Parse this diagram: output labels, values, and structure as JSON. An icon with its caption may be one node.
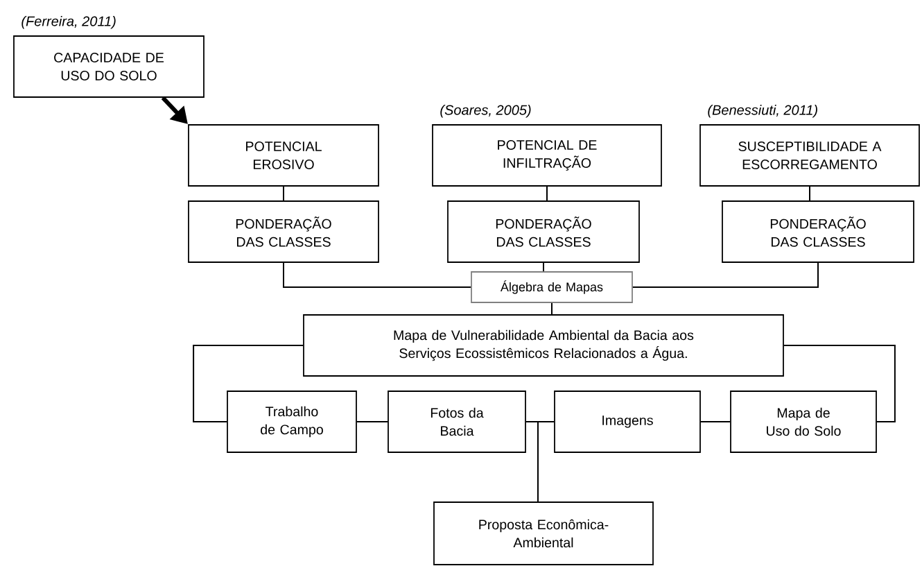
{
  "diagram": {
    "nodes": [
      {
        "text": [
          "CAPACIDADE DE USO DO SOLO"
        ],
        "beside": [
          "(Ferreira, 2011)"
        ]
      },
      {
        "text": [
          "POTENCIAL EROSIVO"
        ]
      },
      {
        "text": [
          "POTENCIAL DE INFILTRAÇÃO"
        ],
        "beside": [
          "(Soares, 2005)"
        ]
      },
      {
        "text": [
          "SUSCEPTIBILIDADE A ESCORREGAMENTO"
        ],
        "beside": [
          "(Benessiuti, 2011)"
        ]
      },
      {
        "text": [
          "PONDERAÇÃO DAS CLASSES"
        ]
      },
      {
        "text": [
          "PONDERAÇÃO DAS CLASSES"
        ]
      },
      {
        "text": [
          "PONDERAÇÃO DAS CLASSES"
        ]
      },
      {
        "text": [
          "Álgebra de Mapas"
        ]
      },
      {
        "text": [
          "Mapa de Vulnerabilidade Ambiental da Bacia aos Serviços Ecossistêmicos Relacionados a Água."
        ]
      },
      {
        "text": [
          "Trabalho de Campo"
        ]
      },
      {
        "text": [
          "Fotos da Bacia"
        ]
      },
      {
        "text": [
          "Imagens"
        ]
      },
      {
        "text": [
          "Mapa de Uso do Solo"
        ]
      },
      {
        "text": [
          "Proposta Econômica-Ambiental"
        ]
      }
    ],
    "edges": [
      {
        "from": 0,
        "to": 1,
        "arrow": "to",
        "style": "thick"
      },
      {
        "from": 1,
        "to": 4,
        "arrow": "none"
      },
      {
        "from": 2,
        "to": 5,
        "arrow": "none"
      },
      {
        "from": 3,
        "to": 6,
        "arrow": "none"
      },
      {
        "from": 4,
        "to": 7,
        "arrow": "none"
      },
      {
        "from": 5,
        "to": 7,
        "arrow": "none"
      },
      {
        "from": 6,
        "to": 7,
        "arrow": "none"
      },
      {
        "from": 7,
        "to": 8,
        "arrow": "none"
      },
      {
        "from": 8,
        "to": 9,
        "arrow": "none"
      },
      {
        "from": 8,
        "to": 12,
        "arrow": "none"
      },
      {
        "from": 9,
        "to": 10,
        "arrow": "none"
      },
      {
        "from": 11,
        "to": 12,
        "arrow": "none"
      },
      {
        "from": 10,
        "to": 13,
        "arrow": "none"
      },
      {
        "from": 11,
        "to": 13,
        "arrow": "none"
      }
    ]
  }
}
